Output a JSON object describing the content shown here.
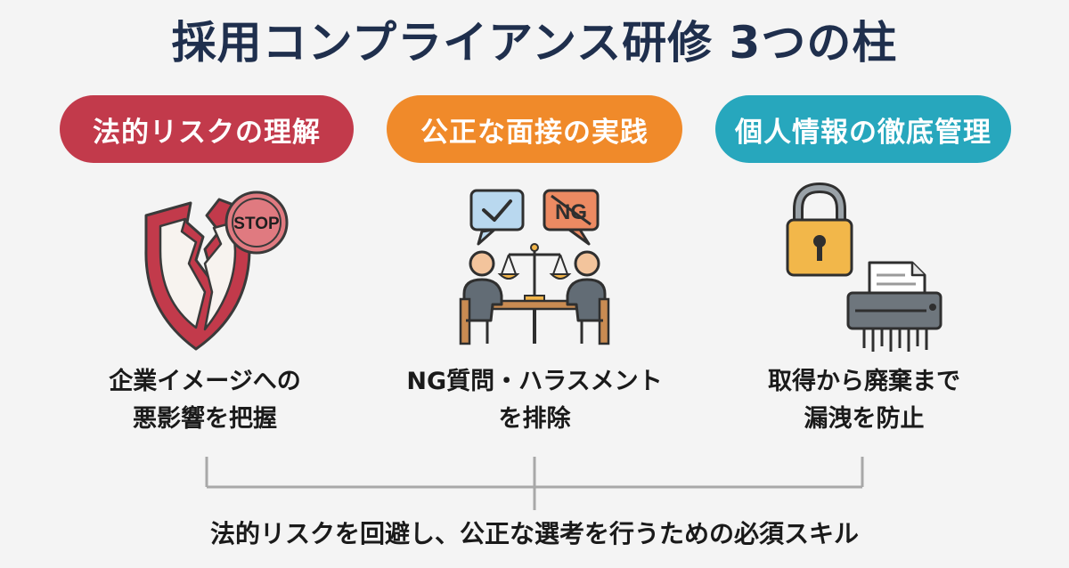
{
  "title": "採用コンプライアンス研修 3つの柱",
  "pillars": [
    {
      "label": "法的リスクの理解",
      "icon": "broken-shield-stop-icon",
      "stop_text": "STOP",
      "desc_line1": "企業イメージへの",
      "desc_line2": "悪影響を把握",
      "color": "#c23a4b"
    },
    {
      "label": "公正な面接の実践",
      "icon": "interview-scale-icon",
      "ng_text": "NG",
      "desc_line1": "NG質問・ハラスメント",
      "desc_line2": "を排除",
      "color": "#f08a2a"
    },
    {
      "label": "個人情報の徹底管理",
      "icon": "lock-shredder-icon",
      "desc_line1": "取得から廃棄まで",
      "desc_line2": "漏洩を防止",
      "color": "#27a7bd"
    }
  ],
  "footer": "法的リスクを回避し、公正な選考を行うための必須スキル"
}
